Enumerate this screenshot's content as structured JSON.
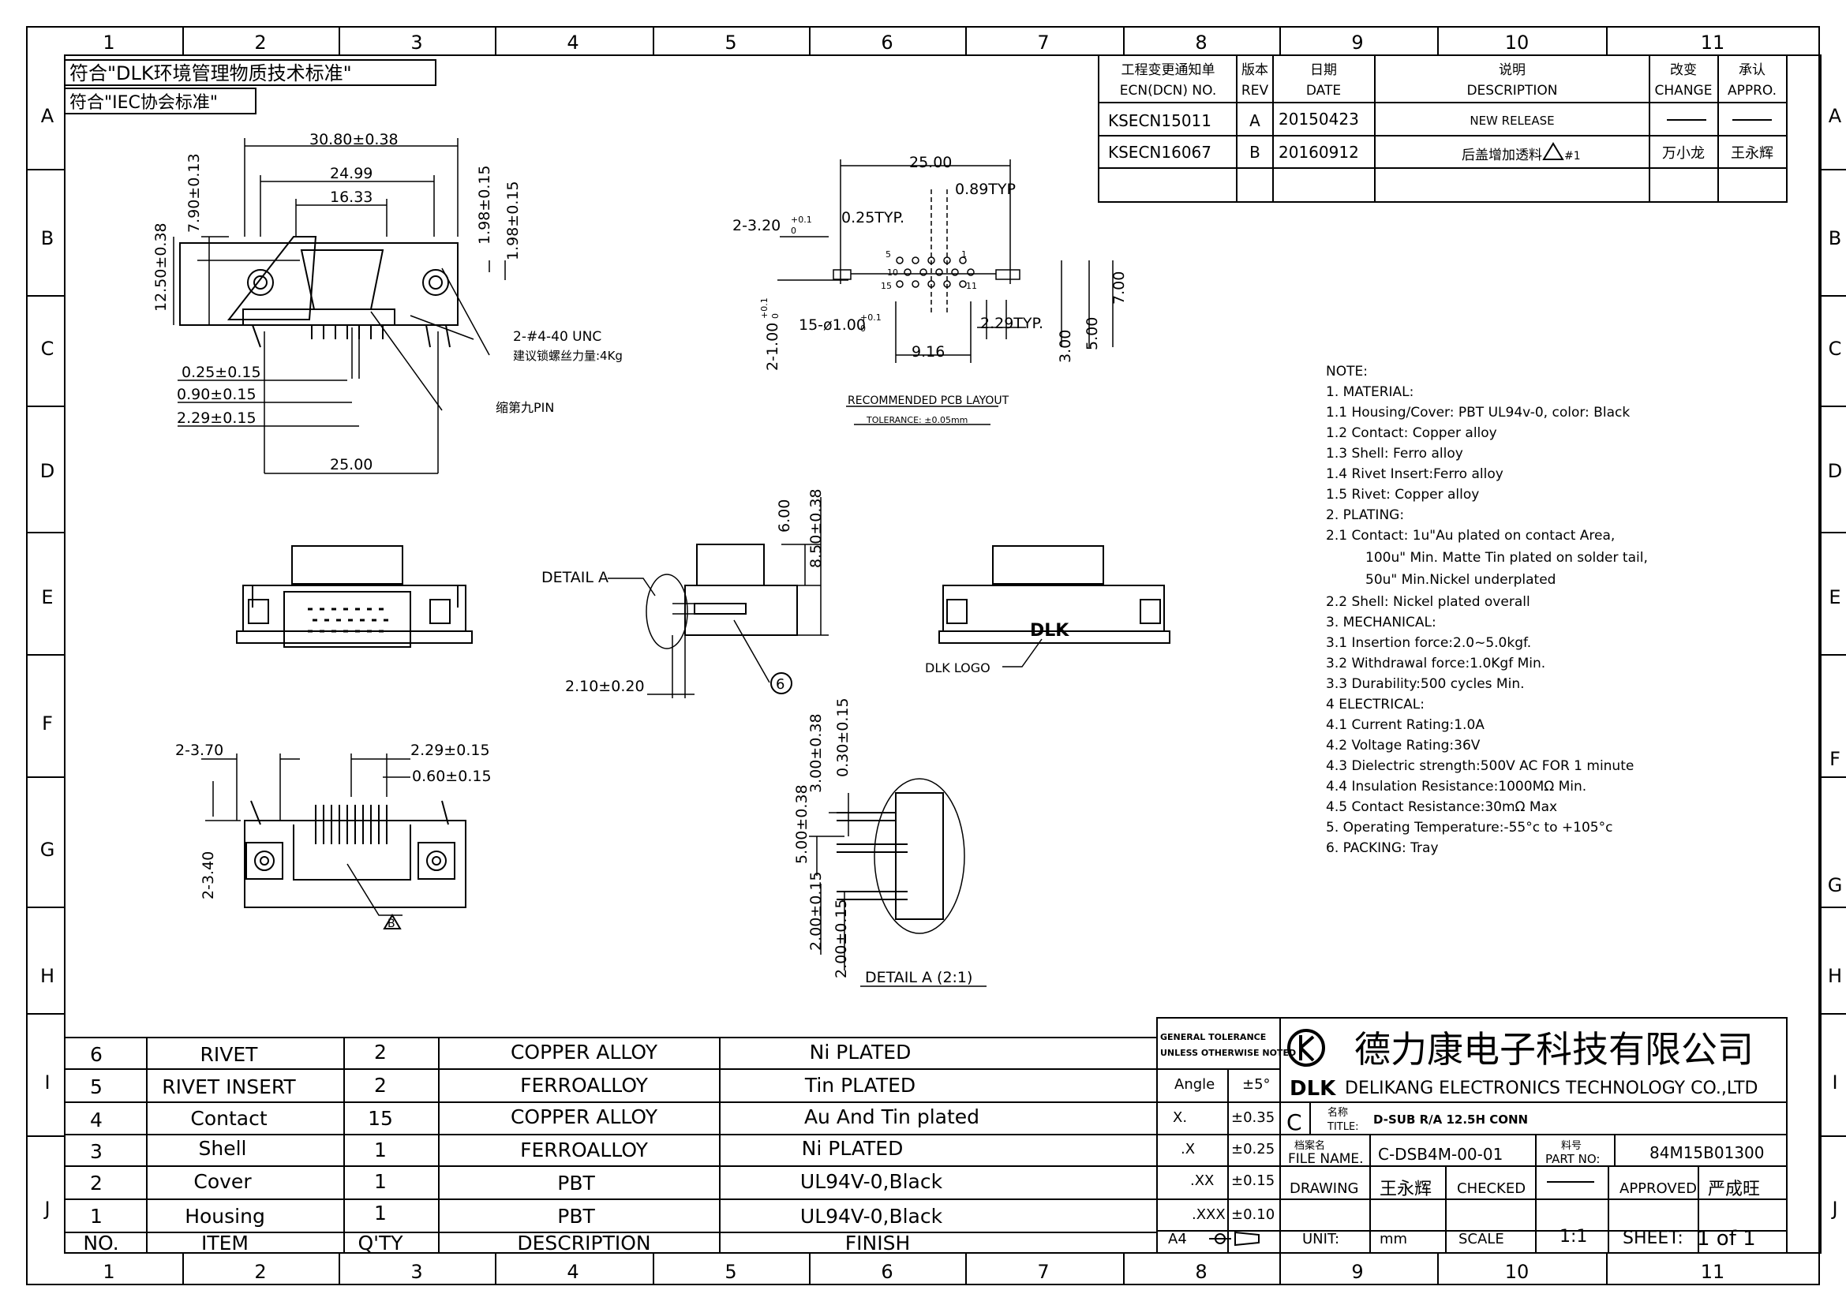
{
  "zones": {
    "cols": [
      "1",
      "2",
      "3",
      "4",
      "5",
      "6",
      "7",
      "8",
      "9",
      "10",
      "11"
    ],
    "rows": [
      "A",
      "B",
      "C",
      "D",
      "E",
      "F",
      "G",
      "H",
      "I",
      "J"
    ]
  },
  "standards": [
    "符合\"DLK环境管理物质技术标准\"",
    "符合\"IEC协会标准\""
  ],
  "revision": {
    "headers": {
      "ecn_cn": "工程变更通知单",
      "ecn_en": "ECN(DCN) NO.",
      "rev_cn": "版本",
      "rev_en": "REV",
      "date_cn": "日期",
      "date_en": "DATE",
      "desc_cn": "说明",
      "desc_en": "DESCRIPTION",
      "change_cn": "改变",
      "change_en": "CHANGE",
      "appro_cn": "承认",
      "appro_en": "APPRO."
    },
    "rows": [
      {
        "ecn": "KSECN15011",
        "rev": "A",
        "date": "20150423",
        "desc": "NEW RELEASE",
        "change": "",
        "appro": ""
      },
      {
        "ecn": "KSECN16067",
        "rev": "B",
        "date": "20160912",
        "desc": "后盖增加透料",
        "mark": "#1",
        "change": "万小龙",
        "appro": "王永辉"
      }
    ]
  },
  "front_view": {
    "dims": {
      "overall": "30.80±0.38",
      "pitch_outer": "24.99",
      "pitch_inner": "16.33",
      "height_top": "7.90±0.13",
      "height_total": "12.50±0.38",
      "d1": "1.98±0.15",
      "d2": "1.98±0.15",
      "p1": "0.25±0.15",
      "p2": "0.90±0.15",
      "p3": "2.29±0.15",
      "bottom": "25.00"
    },
    "notes": {
      "screw": "2-#4-40 UNC",
      "torque": "建议锁螺丝力量:4Kg",
      "pin9": "缩第九PIN"
    }
  },
  "pcb_layout": {
    "dims": {
      "width": "25.00",
      "pad": "0.89TYP",
      "holes": "2-3.20",
      "holes_tol_plus": "+0.1",
      "holes_tol_minus": "0",
      "spacing": "0.25TYP.",
      "pins": "15-ø1.00",
      "pins_tol_plus": "+0.1",
      "pins_tol_minus": "0",
      "edge": "2-1.00",
      "edge_tol_plus": "+0.1",
      "edge_tol_minus": "0",
      "pitch": "2.29TYP.",
      "row": "9.16",
      "h1": "3.00",
      "h2": "5.00",
      "h3": "7.00"
    },
    "pin_labels": [
      "5",
      "1",
      "10",
      "15",
      "11"
    ],
    "title": "RECOMMENDED PCB LAYOUT",
    "tolerance": "TOLERANCE: ±0.05mm"
  },
  "side_view": {
    "dims": {
      "top": "6.00",
      "height": "8.50±0.38",
      "foot": "2.10±0.20"
    },
    "detail_label": "DETAIL A",
    "balloon": "6"
  },
  "rear_view": {
    "logo": "DLK",
    "logo_label": "DLK LOGO"
  },
  "bottom_view": {
    "dims": {
      "a": "2-3.70",
      "b": "2.29±0.15",
      "c": "0.60±0.15",
      "d": "2-3.40"
    },
    "flag": "B"
  },
  "detail_view": {
    "dims": {
      "a": "3.00±0.38",
      "b": "0.30±0.15",
      "c": "5.00±0.38",
      "d": "2.00±0.15",
      "e": "2.00±0.15"
    },
    "caption": "DETAIL A (2:1)"
  },
  "notes": [
    "NOTE:",
    "1. MATERIAL:",
    "1.1 Housing/Cover: PBT UL94v-0, color: Black",
    "1.2 Contact: Copper alloy",
    "1.3 Shell: Ferro alloy",
    "1.4 Rivet Insert:Ferro alloy",
    "1.5 Rivet: Copper alloy",
    "2. PLATING:",
    "2.1 Contact: 1u\"Au plated on contact Area,",
    "100u\" Min. Matte Tin plated on solder tail,",
    "50u\" Min.Nickel underplated",
    "2.2 Shell: Nickel plated overall",
    "3. MECHANICAL:",
    "3.1 Insertion force:2.0~5.0kgf.",
    "3.2 Withdrawal force:1.0Kgf Min.",
    "3.3 Durability:500 cycles Min.",
    "4 ELECTRICAL:",
    "4.1 Current Rating:1.0A",
    "4.2 Voltage Rating:36V",
    "4.3 Dielectric strength:500V AC FOR 1 minute",
    "4.4 Insulation Resistance:1000MΩ Min.",
    "4.5 Contact Resistance:30mΩ Max",
    "5. Operating Temperature:-55°c to +105°c",
    "6. PACKING: Tray"
  ],
  "bom": {
    "headers": [
      "NO.",
      "ITEM",
      "Q'TY",
      "DESCRIPTION",
      "FINISH"
    ],
    "rows": [
      [
        "6",
        "RIVET",
        "2",
        "COPPER ALLOY",
        "Ni PLATED"
      ],
      [
        "5",
        "RIVET INSERT",
        "2",
        "FERROALLOY",
        "Tin PLATED"
      ],
      [
        "4",
        "Contact",
        "15",
        "COPPER ALLOY",
        "Au And Tin plated"
      ],
      [
        "3",
        "Shell",
        "1",
        "FERROALLOY",
        "Ni PLATED"
      ],
      [
        "2",
        "Cover",
        "1",
        "PBT",
        "UL94V-0,Black"
      ],
      [
        "1",
        "Housing",
        "1",
        "PBT",
        "UL94V-0,Black"
      ]
    ]
  },
  "title_block": {
    "gen_tol_1": "GENERAL TOLERANCE",
    "gen_tol_2": "UNLESS OTHERWISE NOTED",
    "tolerances": [
      [
        "Angle",
        "±5°"
      ],
      [
        "X.",
        "±0.35"
      ],
      [
        ".X",
        "±0.25"
      ],
      [
        ".XX",
        "±0.15"
      ],
      [
        ".XXX",
        "±0.10"
      ]
    ],
    "paper": "A4",
    "company_cn": "德力康电子科技有限公司",
    "company_en": "DELIKANG ELECTRONICS TECHNOLOGY CO.,LTD",
    "logo_text": "DLK",
    "rev_letter": "C",
    "title_cn": "名称",
    "title_en": "TITLE:",
    "title": "D-SUB R/A 12.5H CONN",
    "file_cn": "档案名",
    "file_en": "FILE NAME.",
    "file_name": "C-DSB4M-00-01",
    "part_cn": "料号",
    "part_en": "PART NO:",
    "part_no": "84M15B01300",
    "drawing_label": "DRAWING",
    "drawing": "王永辉",
    "checked_label": "CHECKED",
    "checked": "",
    "approved_label": "APPROVED",
    "approved": "严成旺",
    "unit_label": "UNIT:",
    "unit": "mm",
    "scale_label": "SCALE",
    "scale": "1:1",
    "sheet_label": "SHEET:",
    "sheet": "1 of 1"
  }
}
